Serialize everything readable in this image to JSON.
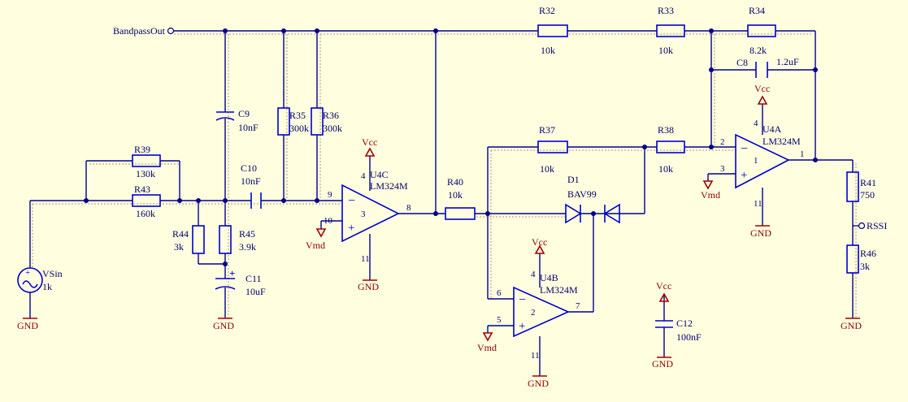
{
  "ports": {
    "bandpass_out": "BandpassOut",
    "rssi": "RSSI"
  },
  "components": {
    "R32": {
      "ref": "R32",
      "value": "10k"
    },
    "R33": {
      "ref": "R33",
      "value": "10k"
    },
    "R34": {
      "ref": "R34",
      "value": "8.2k"
    },
    "C8": {
      "ref": "C8",
      "value": "1.2uF"
    },
    "C9": {
      "ref": "C9",
      "value": "10nF"
    },
    "R35": {
      "ref": "R35",
      "value": "300k"
    },
    "R36": {
      "ref": "R36",
      "value": "300k"
    },
    "R39": {
      "ref": "R39",
      "value": "130k"
    },
    "R43": {
      "ref": "R43",
      "value": "160k"
    },
    "C10": {
      "ref": "C10",
      "value": "10nF"
    },
    "R44": {
      "ref": "R44",
      "value": "3k"
    },
    "R45": {
      "ref": "R45",
      "value": "3.9k"
    },
    "C11": {
      "ref": "C11",
      "value": "10uF"
    },
    "VSin": {
      "ref": "VSin",
      "value": "1k"
    },
    "R40": {
      "ref": "R40",
      "value": "10k"
    },
    "R37": {
      "ref": "R37",
      "value": "10k"
    },
    "R38": {
      "ref": "R38",
      "value": "10k"
    },
    "D1": {
      "ref": "D1",
      "value": "BAV99"
    },
    "R41": {
      "ref": "R41",
      "value": "750"
    },
    "R46": {
      "ref": "R46",
      "value": "3k"
    },
    "C12": {
      "ref": "C12",
      "value": "100nF"
    },
    "U4C": {
      "ref": "U4C",
      "value": "LM324M",
      "pin_neg": "9",
      "pin_pos": "10",
      "pin_out": "8",
      "pin_vcc": "4",
      "pin_gnd": "11",
      "unit": "3"
    },
    "U4B": {
      "ref": "U4B",
      "value": "LM324M",
      "pin_neg": "6",
      "pin_pos": "5",
      "pin_out": "7",
      "pin_vcc": "4",
      "pin_gnd": "11",
      "unit": "2"
    },
    "U4A": {
      "ref": "U4A",
      "value": "LM324M",
      "pin_neg": "2",
      "pin_pos": "3",
      "pin_out": "1",
      "pin_vcc": "4",
      "pin_gnd": "11",
      "unit": "1"
    }
  },
  "nets": {
    "gnd": "GND",
    "vcc": "Vcc",
    "vmd": "Vmd"
  },
  "colors": {
    "background": "#ffffe0",
    "wire": "#00008b",
    "component": "#0000cc",
    "power": "#a00000"
  }
}
